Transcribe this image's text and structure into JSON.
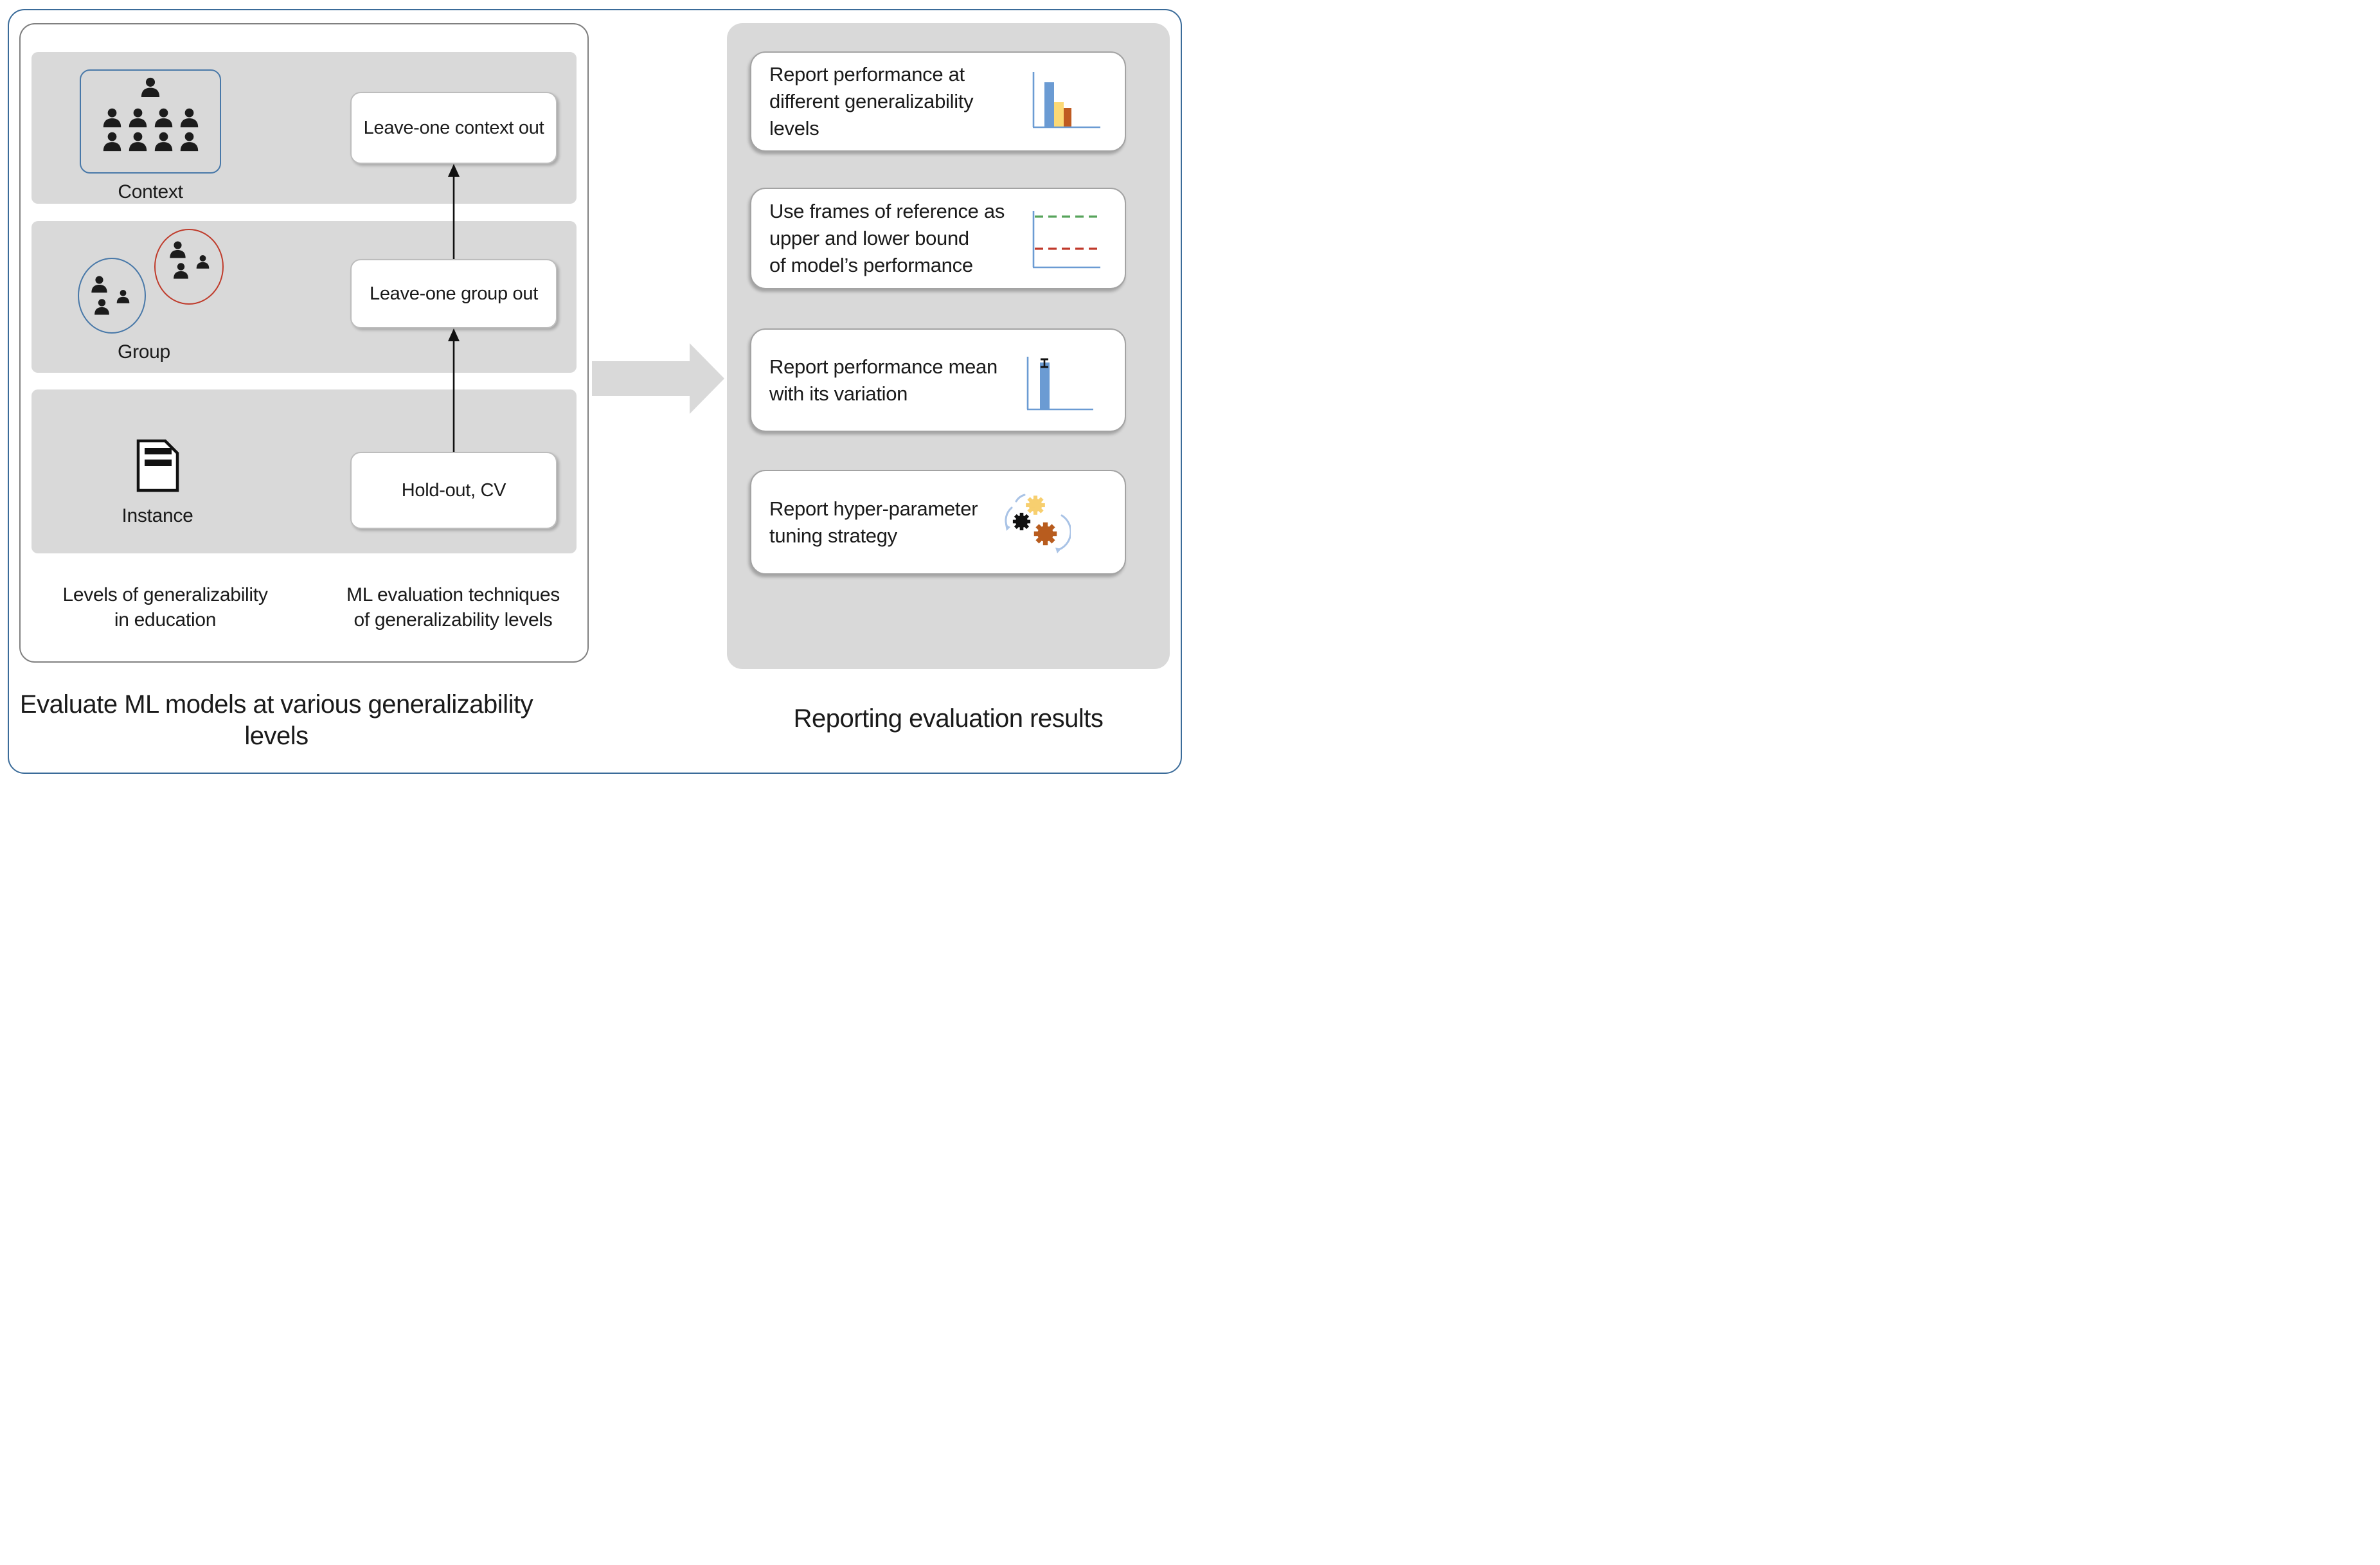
{
  "left_panel": {
    "levels": [
      {
        "label": "Context"
      },
      {
        "label": "Group"
      },
      {
        "label": "Instance"
      }
    ],
    "techniques": [
      {
        "label": "Leave-one context out"
      },
      {
        "label": "Leave-one group out"
      },
      {
        "label": "Hold-out, CV"
      }
    ],
    "column_labels": {
      "levels_line1": "Levels of generalizability",
      "levels_line2": "in education",
      "techniques_line1": "ML evaluation techniques",
      "techniques_line2": "of generalizability levels"
    },
    "caption_line1": "Evaluate ML models at various generalizability",
    "caption_line2": "levels"
  },
  "right_panel": {
    "cards": [
      {
        "line1": "Report performance at",
        "line2": "different generalizability",
        "line3": "levels",
        "icon": "grouped-bar-chart-icon"
      },
      {
        "line1": "Use frames of reference as",
        "line2": "upper and lower bound",
        "line3": "of model’s performance",
        "icon": "upper-lower-bound-icon"
      },
      {
        "line1": "Report performance mean",
        "line2": "with its variation",
        "line3": "",
        "icon": "bar-with-error-icon"
      },
      {
        "line1": "Report hyper-parameter",
        "line2": "tuning strategy",
        "line3": "",
        "icon": "gears-icon"
      }
    ],
    "caption": "Reporting evaluation results"
  },
  "colors": {
    "outer_border": "#3a6b99",
    "panel_border": "#808080",
    "panel_gray": "#d9d9d9",
    "context_box_border": "#4878a8",
    "group_circle_blue": "#4878a8",
    "group_circle_red": "#bf3b2b",
    "person": "#1c1c1c",
    "icon_axis_blue": "#6b9bd3",
    "icon_bar_blue": "#6b9bd3",
    "icon_bar_yellow": "#fcd975",
    "icon_bar_orange": "#bf5b21",
    "icon_dash_green": "#57a45b",
    "icon_dash_red": "#c0392b",
    "gear_yellow": "#f7cf6f",
    "gear_black": "#111111",
    "gear_orange": "#b85c1e",
    "gear_arc_blue": "#a9c3e6"
  }
}
